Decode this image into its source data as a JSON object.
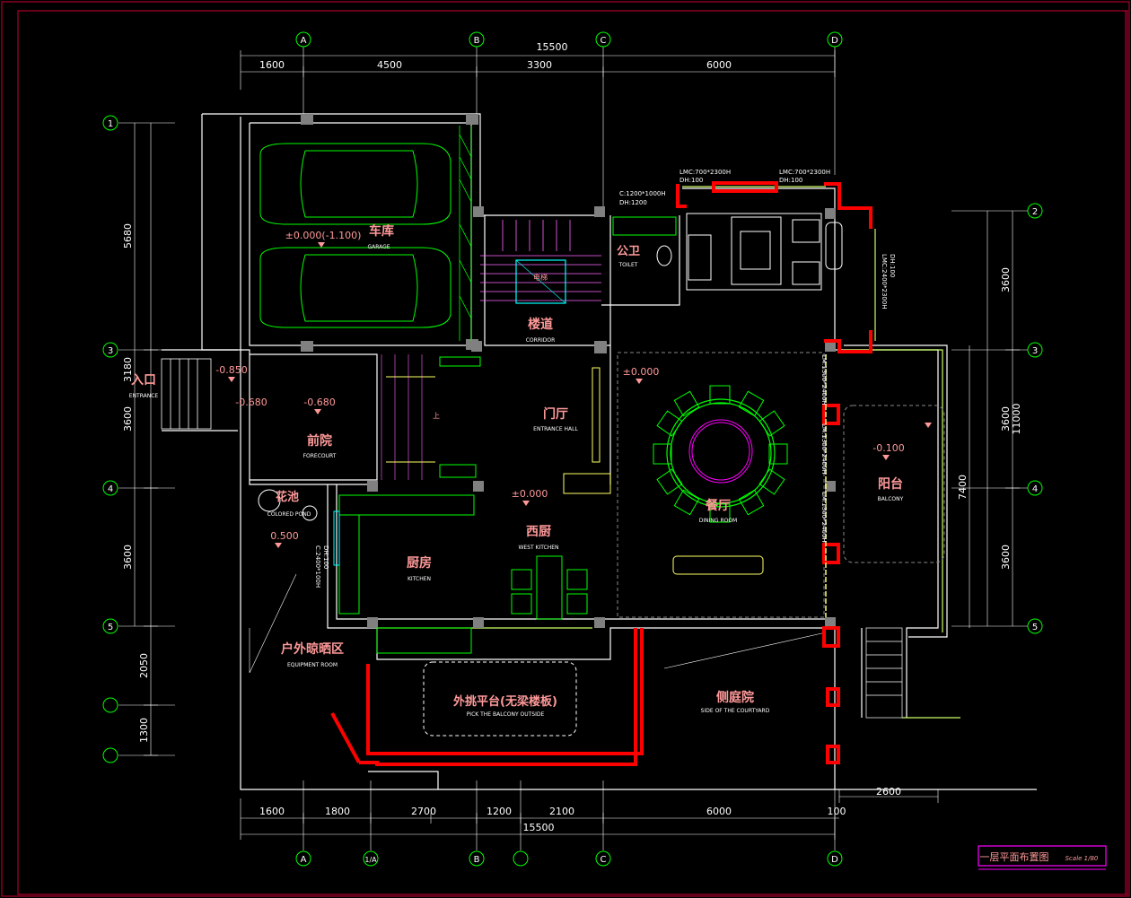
{
  "grid_top": [
    "A",
    "B",
    "C",
    "D"
  ],
  "grid_bottom": [
    "A",
    "1/A",
    "B",
    "",
    "C",
    "D"
  ],
  "grid_left": [
    "1",
    "3",
    "4",
    "5",
    "",
    ""
  ],
  "grid_right": [
    "2",
    "3",
    "4",
    "5"
  ],
  "dims_top_total": "15500",
  "dims_top": [
    "1600",
    "4500",
    "3300",
    "6000"
  ],
  "dims_bottom_total": "15500",
  "dims_bottom": [
    "1600",
    "1800",
    "2700",
    "1200",
    "2100",
    "6000",
    "100"
  ],
  "dims_left": [
    "5680",
    "3180",
    "3600",
    "3600",
    "2050",
    "1300"
  ],
  "dims_right": [
    "3600",
    "3600",
    "3600"
  ],
  "dims_right_outer": [
    "11000",
    "7400",
    "2600"
  ],
  "rooms": {
    "garage": {
      "cn": "车库",
      "en": "GARAGE",
      "level": "±0.000(-1.100)"
    },
    "corridor": {
      "cn": "楼道",
      "en": "CORRIDOR"
    },
    "toilet": {
      "cn": "公卫",
      "en": "TOILET"
    },
    "entrance": {
      "cn": "入口",
      "en": "ENTRANCE",
      "level": "-0.850"
    },
    "forecourt": {
      "cn": "前院",
      "en": "FORECOURT",
      "level": "-0.680",
      "level2": "-0.680"
    },
    "hall": {
      "cn": "门厅",
      "en": "ENTRANCE HALL"
    },
    "dining": {
      "cn": "餐厅",
      "en": "DINING ROOM",
      "level": "±0.000"
    },
    "balcony": {
      "cn": "阳台",
      "en": "BALCONY",
      "level": "-0.100"
    },
    "pond": {
      "cn": "花池",
      "en": "COLORED POND",
      "level": "0.500"
    },
    "kitchen": {
      "cn": "厨房",
      "en": "KITCHEN"
    },
    "west_kitchen": {
      "cn": "西厨",
      "en": "WEST KITCHEN",
      "level": "±0.000"
    },
    "equipment": {
      "cn": "户外晾晒区",
      "en": "EQUIPMENT ROOM"
    },
    "platform": {
      "cn": "外挑平台(无梁楼板)",
      "en": "PICK THE BALCONY OUTSIDE"
    },
    "courtyard": {
      "cn": "侧庭院",
      "en": "SIDE OF THE COURTYARD"
    }
  },
  "labels": {
    "elevator": "电梯",
    "window_door1": "LMC:700*2300H",
    "window_door1b": "DH:100",
    "window_door2": "LMC:700*2300H",
    "window_door2b": "DH:100",
    "window_c": "C:1200*1000H",
    "window_c_b": "DH:1200",
    "side_window": "LMC:2400*2300H",
    "side_window_b": "DH:100",
    "balc_door1": "LM:1300*2400H",
    "balc_door2": "LM:1300*2400H",
    "balc_door3": "LM:1300*2400H",
    "kitchen_window": "C:2400*100H",
    "kitchen_window_b": "DH:100",
    "stair_up": "上"
  },
  "title_block": {
    "title": "一层平面布置图",
    "scale": "Scale 1/80"
  },
  "colors": {
    "wall": "#ffffff",
    "dim": "#ffffff",
    "grid": "#00ff00",
    "furniture": "#00ff00",
    "label": "#ff9999",
    "frame": "#cc0033",
    "highlight": "#ff0000",
    "yellow": "#ffff66",
    "magenta": "#ff00ff",
    "cyan": "#00ffff"
  }
}
